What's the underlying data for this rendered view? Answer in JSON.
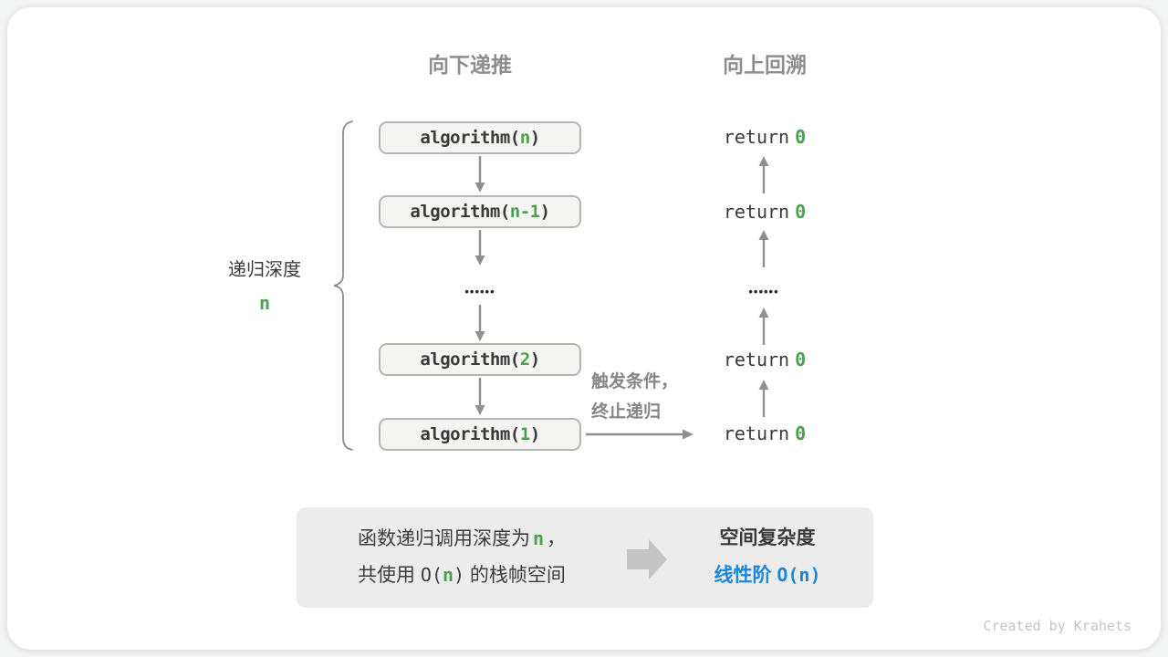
{
  "colors": {
    "accent_green": "#4ca150",
    "accent_blue": "#1b87d9",
    "header_gray": "#8e8e8e",
    "box_background": "#f4f4f2",
    "box_border": "#b6b6b0",
    "arrow_gray": "#8f8f8f",
    "summary_background": "#ececec",
    "block_arrow_gray": "#c4c4c4"
  },
  "headers": {
    "downward": "向下递推",
    "upward": "向上回溯"
  },
  "depth_brace": {
    "label": "递归深度",
    "value": "n"
  },
  "recursion_column": {
    "boxes": [
      {
        "prefix": "algorithm(",
        "arg": "n",
        "suffix": ")"
      },
      {
        "prefix": "algorithm(",
        "arg": "n-1",
        "suffix": ")"
      },
      {
        "prefix": "algorithm(",
        "arg": "2",
        "suffix": ")"
      },
      {
        "prefix": "algorithm(",
        "arg": "1",
        "suffix": ")"
      }
    ],
    "ellipsis": "••••••"
  },
  "return_column": {
    "items": [
      {
        "keyword": "return",
        "value": "0"
      },
      {
        "keyword": "return",
        "value": "0"
      },
      {
        "keyword": "return",
        "value": "0"
      },
      {
        "keyword": "return",
        "value": "0"
      }
    ],
    "ellipsis": "••••••"
  },
  "base_case_note": {
    "line1": "触发条件，",
    "line2": "终止递归"
  },
  "summary": {
    "left_line1": {
      "pre": "函数递归调用深度为",
      "var": "n",
      "post": "，"
    },
    "left_line2": {
      "pre": "共使用 ",
      "big_o_open": "O(",
      "var": "n",
      "big_o_close": ")",
      "post": " 的栈帧空间"
    },
    "right_title": "空间复杂度",
    "right_result": {
      "label": "线性阶 ",
      "big_o_open": "O(",
      "var": "n",
      "big_o_close": ")"
    }
  },
  "credit": "Created by Krahets"
}
